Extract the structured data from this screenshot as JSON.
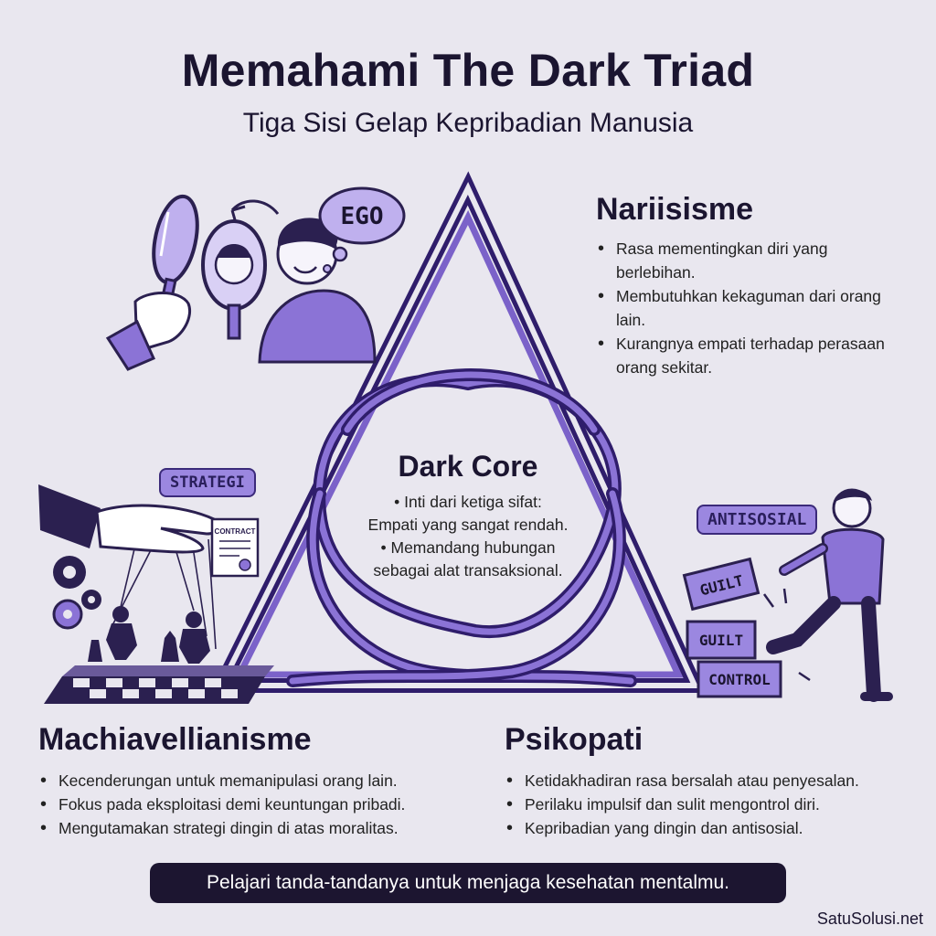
{
  "header": {
    "title": "Memahami The Dark Triad",
    "subtitle": "Tiga Sisi Gelap Kepribadian Manusia"
  },
  "narcissism": {
    "title": "Nariisisme",
    "points": [
      "Rasa mementingkan diri yang berlebihan.",
      "Membutuhkan kekaguman dari orang lain.",
      "Kurangnya empati terhadap perasaan orang sekitar."
    ],
    "ego_label": "EGO"
  },
  "core": {
    "title": "Dark Core",
    "lines": [
      "• Inti dari ketiga sifat:",
      "Empati yang sangat rendah.",
      "• Memandang hubungan",
      "sebagai alat transaksional."
    ]
  },
  "machiavellianism": {
    "title": "Machiavellianisme",
    "tag": "STRATEGI",
    "contract_label": "CONTRACT",
    "points": [
      "Kecenderungan untuk memanipulasi orang lain.",
      "Fokus pada eksploitasi demi keuntungan pribadi.",
      "Mengutamakan strategi dingin di atas moralitas."
    ]
  },
  "psychopathy": {
    "title": "Psikopati",
    "tag": "ANTISOSIAL",
    "blocks": [
      "GUILT",
      "GUILT",
      "CONTROL"
    ],
    "points": [
      "Ketidakhadiran rasa bersalah atau penyesalan.",
      "Perilaku impulsif dan sulit mengontrol diri.",
      "Kepribadian yang dingin dan antisosial."
    ]
  },
  "footer": {
    "banner": "Pelajari tanda-tandanya untuk menjaga kesehatan mentalmu.",
    "watermark": "SatuSolusi.net"
  },
  "colors": {
    "background": "#e9e7ef",
    "triangle_dark": "#2f1d6b",
    "triangle_light": "#8b73d6",
    "accent_fill": "#9b87e0",
    "banner": "#1c1530"
  }
}
